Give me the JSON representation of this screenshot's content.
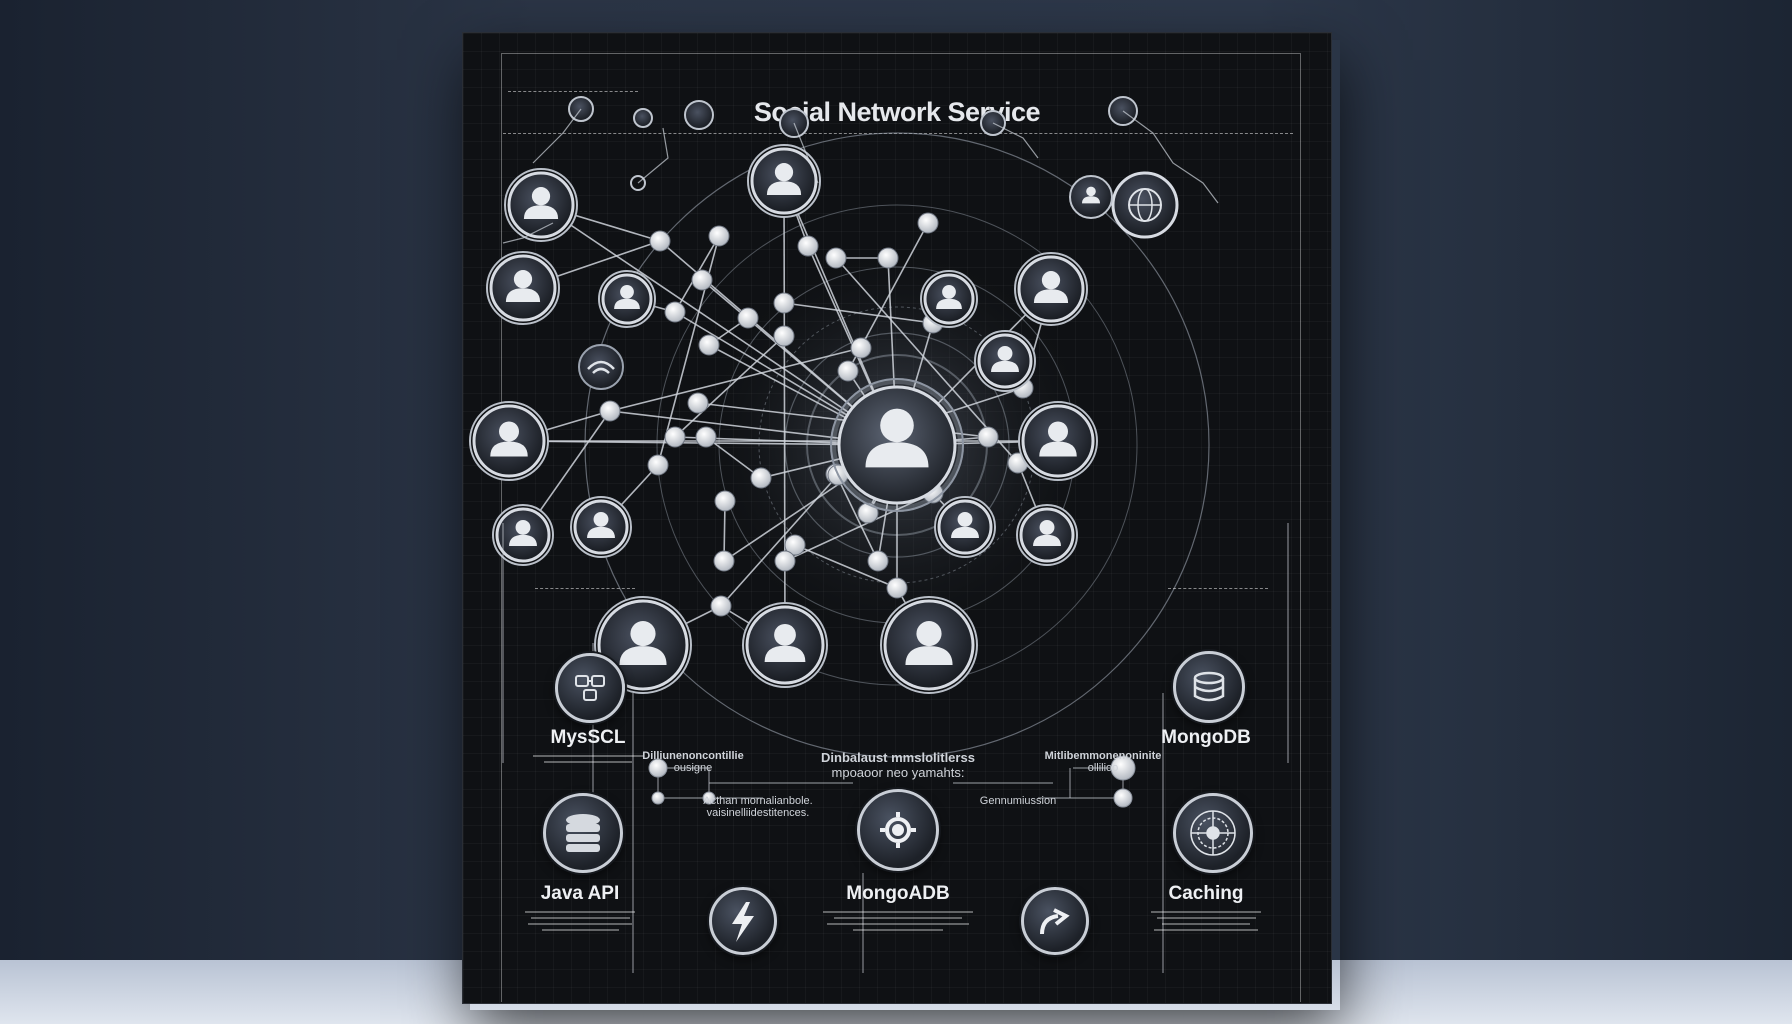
{
  "poster": {
    "title": "Social Network Service"
  },
  "components": {
    "mysql_label": "MysSCL",
    "mongodb_label": "MongoDB",
    "java_api_label": "Java API",
    "mongoadb_label": "MongoADB",
    "caching_label": "Caching"
  },
  "captions": {
    "center_line1": "Dinbalaust mmslolitlerss",
    "center_line2": "mpoaoor neo yamahts:",
    "left_small": "Dilliunenoncontillie",
    "left_small2": "ousigne",
    "right_small": "Mitlibemmonenoninite",
    "right_small2": "ollilioo",
    "mid_left": "Acthan mornalianbole.",
    "mid_left2": "vaisinelliidestitences.",
    "mid_right": "Gennumiussion"
  },
  "colors": {
    "background": "#0f1114",
    "node_ring": "#d7dbe2",
    "node_fill": "#1f242c",
    "line": "#cfd4db",
    "text": "#e6e8ec"
  },
  "icons": [
    "user-icon",
    "database-icon",
    "lightning-icon",
    "gear-icon",
    "globe-icon",
    "wifi-icon",
    "arrow-icon",
    "network-icon"
  ]
}
